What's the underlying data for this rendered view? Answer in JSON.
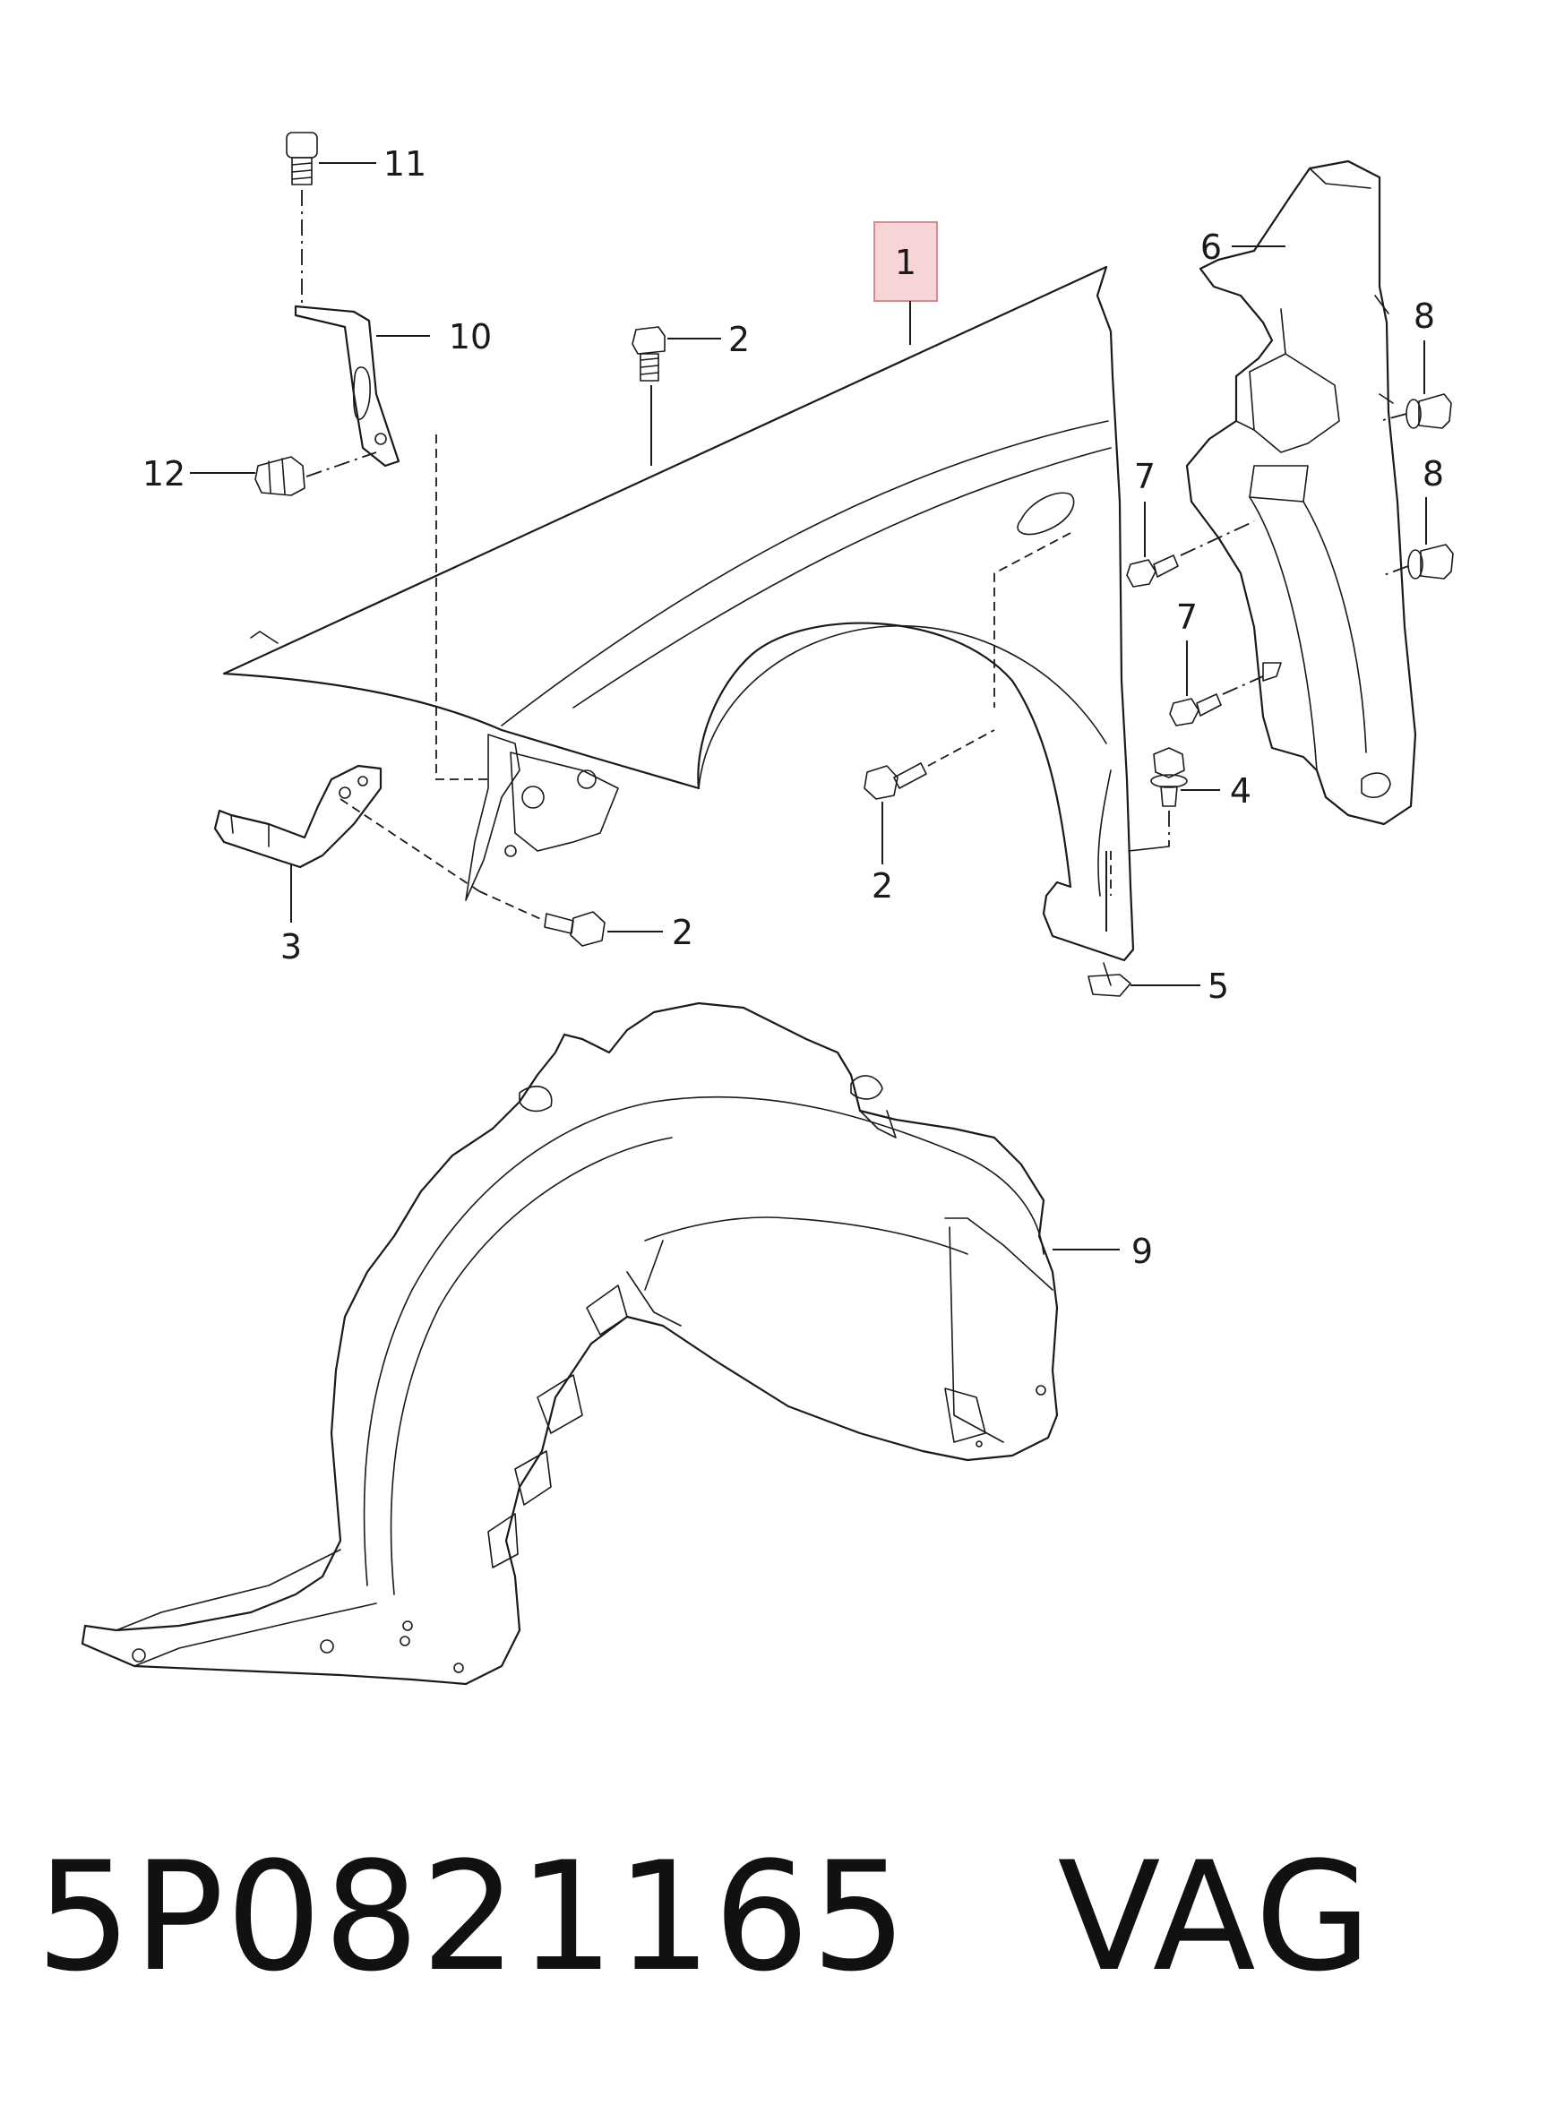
{
  "callouts": {
    "c1": "1",
    "c2a": "2",
    "c2b": "2",
    "c2c": "2",
    "c3": "3",
    "c4": "4",
    "c5": "5",
    "c6": "6",
    "c7a": "7",
    "c7b": "7",
    "c8a": "8",
    "c8b": "8",
    "c9": "9",
    "c10": "10",
    "c11": "11",
    "c12": "12"
  },
  "highlight": {
    "part": "1",
    "color": "#f7d4d6"
  },
  "caption": {
    "part_number": "5P0821165",
    "brand": "VAG"
  }
}
